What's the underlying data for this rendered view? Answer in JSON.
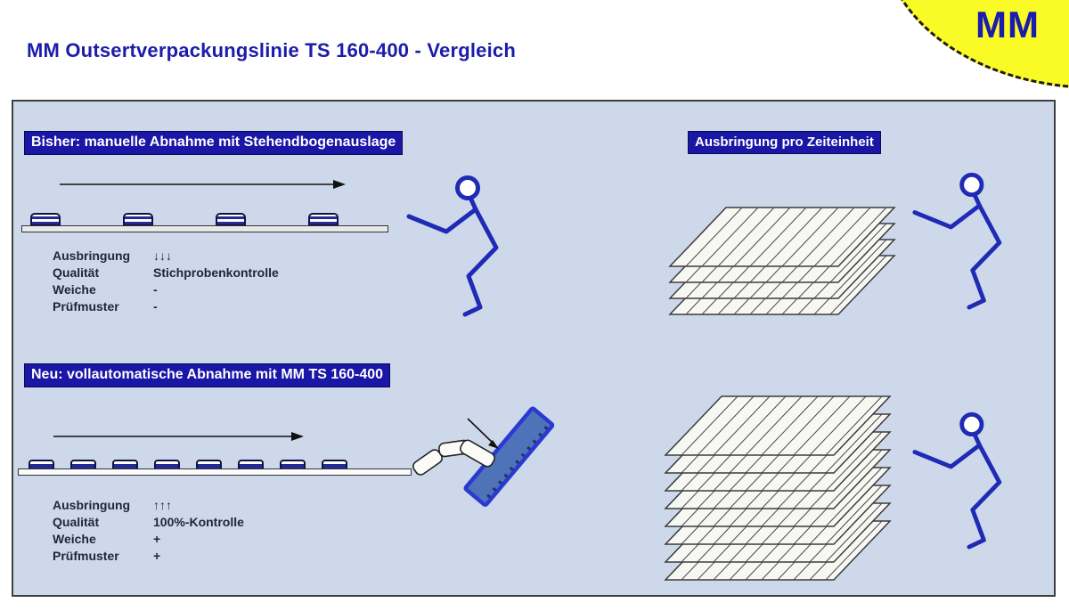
{
  "page": {
    "title": "MM Outsertverpackungslinie TS 160-400 - Vergleich",
    "logo": "MM"
  },
  "colors": {
    "accent_navy": "#1c1cab",
    "header_bar_bg": "#1a16a6",
    "header_bar_text": "#ffffff",
    "panel_bg": "#cdd9eb",
    "logo_yellow": "#fafa26",
    "stickman_blue": "#1f2ab5",
    "item_navy": "#232a92",
    "ramp_fill": "#4e73b8",
    "ramp_border": "#2a3ad0"
  },
  "sections": {
    "before": {
      "header": "Bisher: manuelle Abnahme mit Stehendbogenauslage",
      "specs": [
        {
          "label": "Ausbringung",
          "value": "↓↓↓"
        },
        {
          "label": "Qualität",
          "value": "Stichprobenkontrolle"
        },
        {
          "label": "Weiche",
          "value": "-"
        },
        {
          "label": "Prüfmuster",
          "value": "-"
        }
      ]
    },
    "after": {
      "header": "Neu: vollautomatische Abnahme mit MM TS 160-400",
      "specs": [
        {
          "label": "Ausbringung",
          "value": "↑↑↑"
        },
        {
          "label": "Qualität",
          "value": "100%-Kontrolle"
        },
        {
          "label": "Weiche",
          "value": "+"
        },
        {
          "label": "Prüfmuster",
          "value": "+"
        }
      ]
    },
    "output": {
      "header": "Ausbringung pro Zeiteinheit",
      "before_sheet_count": 4,
      "after_sheet_count": 8
    }
  },
  "diagram": {
    "before_conveyor_items": 4,
    "after_conveyor_items": 8,
    "flow_direction": "right"
  }
}
